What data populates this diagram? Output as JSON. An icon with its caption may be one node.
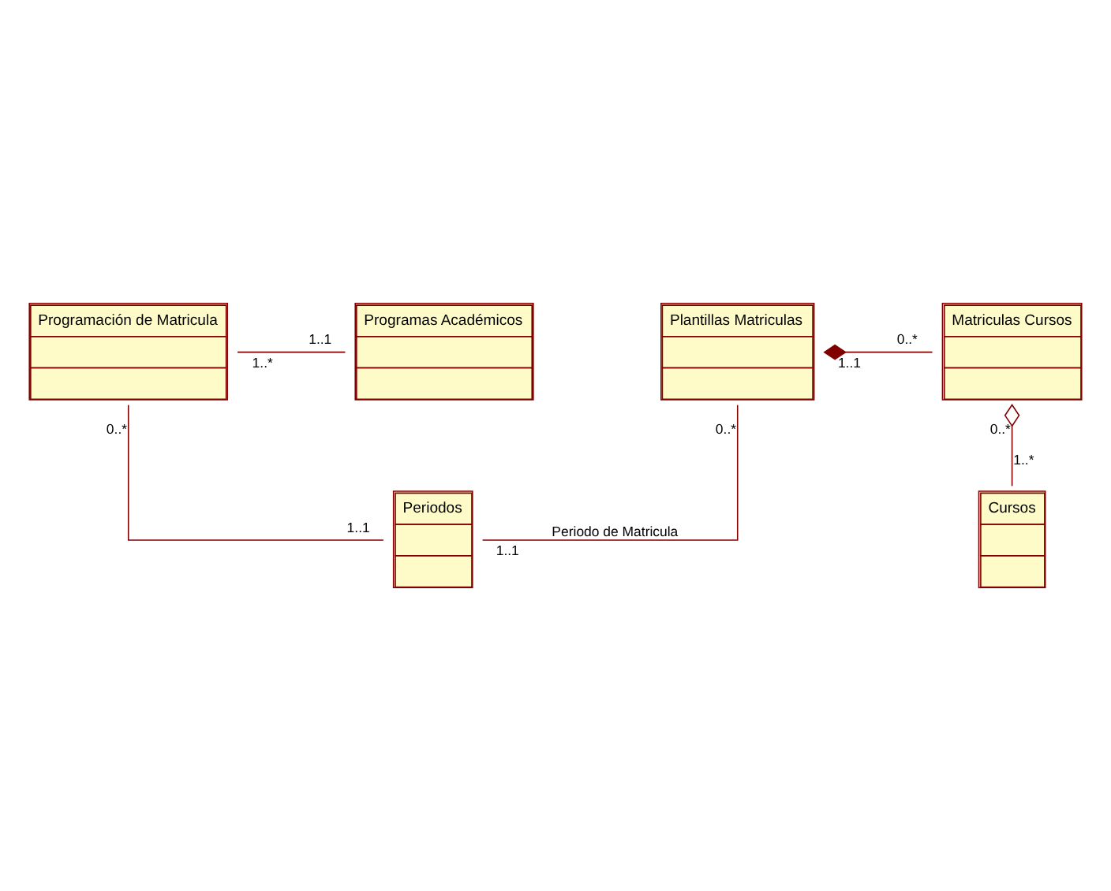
{
  "diagram": {
    "nodes": [
      {
        "text": [
          "Programación de Matricula"
        ]
      },
      {
        "text": [
          "Programas Académicos"
        ]
      },
      {
        "text": [
          "Plantillas Matriculas"
        ]
      },
      {
        "text": [
          "Matriculas Cursos"
        ]
      },
      {
        "text": [
          "Periodos"
        ]
      },
      {
        "text": [
          "Cursos"
        ]
      }
    ],
    "edges": [
      {
        "from": 0,
        "to": 1,
        "arrow": "none"
      },
      {
        "from": 2,
        "to": 3,
        "arrow": "other"
      },
      {
        "from": 3,
        "to": 5,
        "arrow": "other"
      },
      {
        "from": 2,
        "to": 4,
        "arrow": "none",
        "label": "Periodo de Matricula"
      },
      {
        "from": 0,
        "to": 4,
        "arrow": "none"
      }
    ],
    "labels": [
      "1..*",
      "1..1",
      "0..*",
      "1..1",
      "0..*",
      "0..*",
      "0..*",
      "1..1",
      "1..*",
      "1..1"
    ]
  }
}
